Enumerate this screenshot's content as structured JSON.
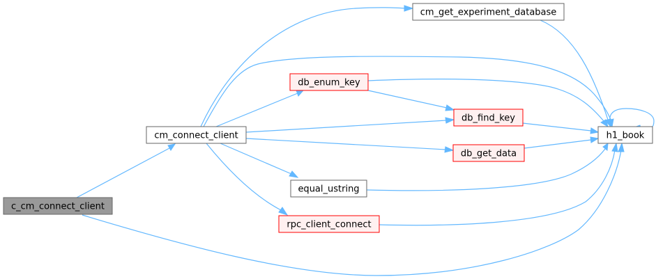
{
  "graph": {
    "title": "",
    "colors": {
      "edge": "#63b8ff",
      "node_border_default": "#666666",
      "node_border_highlight": "#ff0000",
      "node_fill_default": "#ffffff",
      "node_fill_highlight": "#fff0f0",
      "node_fill_root": "#999999",
      "node_border_root": "#666666"
    },
    "nodes": [
      {
        "id": "c_cm_connect_client",
        "label": "c_cm_connect_client",
        "style": "root"
      },
      {
        "id": "cm_connect_client",
        "label": "cm_connect_client",
        "style": "default"
      },
      {
        "id": "cm_get_experiment_database",
        "label": "cm_get_experiment_database",
        "style": "default"
      },
      {
        "id": "db_enum_key",
        "label": "db_enum_key",
        "style": "highlight"
      },
      {
        "id": "db_find_key",
        "label": "db_find_key",
        "style": "highlight"
      },
      {
        "id": "db_get_data",
        "label": "db_get_data",
        "style": "highlight"
      },
      {
        "id": "equal_ustring",
        "label": "equal_ustring",
        "style": "default"
      },
      {
        "id": "rpc_client_connect",
        "label": "rpc_client_connect",
        "style": "highlight"
      },
      {
        "id": "h1_book",
        "label": "h1_book",
        "style": "default"
      }
    ],
    "edges": [
      {
        "from": "c_cm_connect_client",
        "to": "cm_connect_client"
      },
      {
        "from": "c_cm_connect_client",
        "to": "h1_book"
      },
      {
        "from": "cm_connect_client",
        "to": "cm_get_experiment_database"
      },
      {
        "from": "cm_connect_client",
        "to": "h1_book"
      },
      {
        "from": "cm_connect_client",
        "to": "db_enum_key"
      },
      {
        "from": "cm_connect_client",
        "to": "db_find_key"
      },
      {
        "from": "cm_connect_client",
        "to": "db_get_data"
      },
      {
        "from": "cm_connect_client",
        "to": "equal_ustring"
      },
      {
        "from": "cm_connect_client",
        "to": "rpc_client_connect"
      },
      {
        "from": "cm_get_experiment_database",
        "to": "h1_book"
      },
      {
        "from": "db_enum_key",
        "to": "db_find_key"
      },
      {
        "from": "db_enum_key",
        "to": "h1_book"
      },
      {
        "from": "db_find_key",
        "to": "h1_book"
      },
      {
        "from": "db_get_data",
        "to": "h1_book"
      },
      {
        "from": "equal_ustring",
        "to": "h1_book"
      },
      {
        "from": "rpc_client_connect",
        "to": "h1_book"
      },
      {
        "from": "h1_book",
        "to": "h1_book"
      }
    ]
  }
}
